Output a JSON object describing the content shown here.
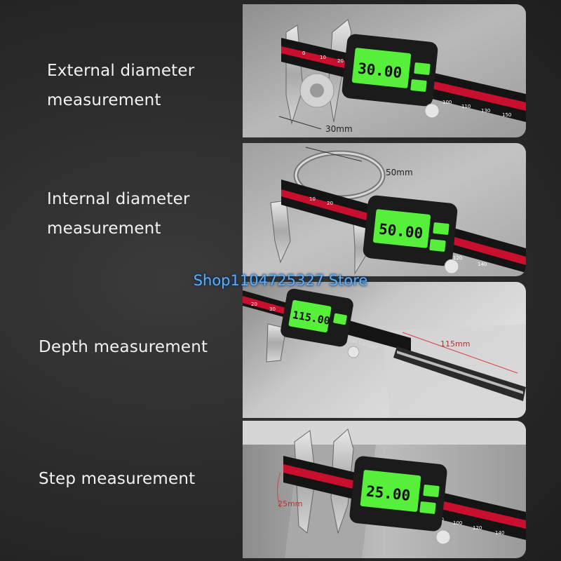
{
  "sections": [
    {
      "label_line1": "External diameter",
      "label_line2": "measurement",
      "display": "30.00",
      "dimension": "30mm"
    },
    {
      "label_line1": "Internal diameter",
      "label_line2": "measurement",
      "display": "50.00",
      "dimension": "50mm"
    },
    {
      "label_line1": "Depth measurement",
      "label_line2": "",
      "display": "115.00",
      "dimension": "115mm"
    },
    {
      "label_line1": "Step measurement",
      "label_line2": "",
      "display": "25.00",
      "dimension": "25mm"
    }
  ],
  "caliper_text": "ital Caliper",
  "watermark": "Shop1104725327 Store",
  "colors": {
    "lcd": "#56f03a",
    "scale_red": "#c8102e",
    "accent_dim": "#d84040"
  }
}
